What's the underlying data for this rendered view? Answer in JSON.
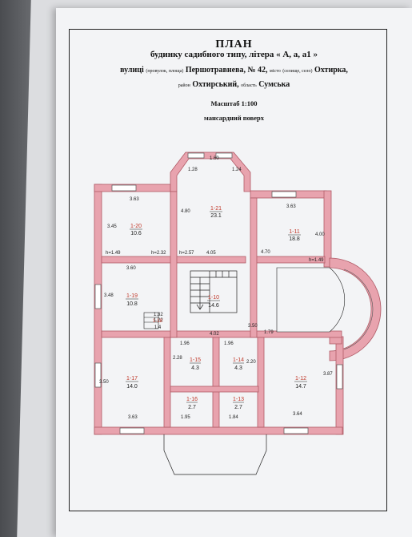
{
  "document": {
    "title": "ПЛАН",
    "subtitle": "будинку садибного типу, літера « А, а, а1 »",
    "street_prefix": "вулиці",
    "street_type_note": "(провулок, площа)",
    "street_name": "Першотравнева, № 42,",
    "city_prefix": "місто",
    "city_type_note": "(селище, село)",
    "city_name": "Охтирка,",
    "district_prefix": "район",
    "district_name": "Охтирський,",
    "oblast_prefix": "область",
    "oblast_name": "Сумська",
    "scale": "Масштаб 1:100",
    "floor": "мансардний поверх"
  },
  "plan": {
    "colors": {
      "wall": "#e8a3ae",
      "wall_outline": "#b05a66",
      "annotation": "#c0392b",
      "ink": "#222222"
    },
    "rooms": [
      {
        "id": "1-20",
        "area": "10.6"
      },
      {
        "id": "1-21",
        "area": "23.1"
      },
      {
        "id": "1-11",
        "area": "18.8"
      },
      {
        "id": "1-19",
        "area": "10.8"
      },
      {
        "id": "1-18",
        "area": "1.4"
      },
      {
        "id": "1-10",
        "area": "14.6"
      },
      {
        "id": "1-17",
        "area": "14.0"
      },
      {
        "id": "1-15",
        "area": "4.3"
      },
      {
        "id": "1-14",
        "area": "4.3"
      },
      {
        "id": "1-16",
        "area": "2.7"
      },
      {
        "id": "1-13",
        "area": "2.7"
      },
      {
        "id": "1-12",
        "area": "14.7"
      }
    ],
    "dimensions": [
      "1.60",
      "1.28",
      "1.24",
      "3.63",
      "3.63",
      "4.80",
      "4.00",
      "3.45",
      "h=1.49",
      "h=2.32",
      "h=2.57",
      "4.05",
      "h=1.49",
      "3.60",
      "3.48",
      "4.70",
      "1.32",
      "1.22",
      "4.02",
      "1.79",
      "1.96",
      "1.96",
      "3.50",
      "2.28",
      "2.20",
      "3.50",
      "3.87",
      "3.63",
      "1.95",
      "1.84",
      "3.64"
    ]
  }
}
